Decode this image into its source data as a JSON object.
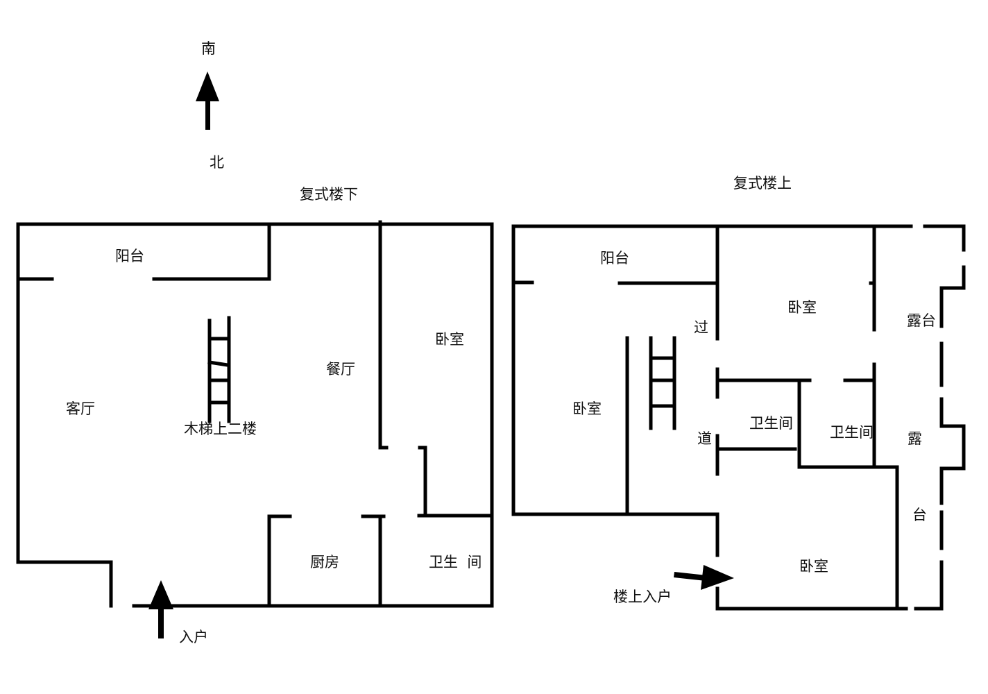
{
  "compass": {
    "top": "南",
    "bottom": "北",
    "icon": "arrow-up-icon"
  },
  "lower_floor": {
    "title": "复式楼下",
    "rooms": {
      "balcony": "阳台",
      "living_room": "客厅",
      "stairs": "木梯上二楼",
      "dining_room": "餐厅",
      "bedroom": "卧室",
      "kitchen": "厨房",
      "bathroom": "卫生  间"
    },
    "entrance": "入户"
  },
  "upper_floor": {
    "title": "复式楼上",
    "rooms": {
      "balcony": "阳台",
      "bedroom_west": "卧室",
      "bedroom_north": "卧室",
      "bedroom_south": "卧室",
      "corridor_1": "过",
      "corridor_2": "道",
      "bathroom_1": "卫生间",
      "bathroom_2": "卫生间",
      "terrace_top": "露台",
      "terrace_mid": "露",
      "terrace_bottom": "台"
    },
    "entrance": "楼上入户"
  }
}
